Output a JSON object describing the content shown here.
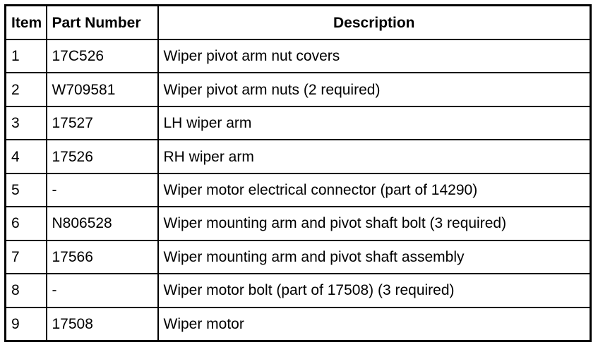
{
  "table": {
    "headers": {
      "item": "Item",
      "part_number": "Part Number",
      "description": "Description"
    },
    "rows": [
      {
        "item": "1",
        "part_number": "17C526",
        "description": "Wiper pivot arm nut covers"
      },
      {
        "item": "2",
        "part_number": "W709581",
        "description": "Wiper pivot arm nuts (2 required)"
      },
      {
        "item": "3",
        "part_number": "17527",
        "description": "LH wiper arm"
      },
      {
        "item": "4",
        "part_number": "17526",
        "description": "RH wiper arm"
      },
      {
        "item": "5",
        "part_number": "-",
        "description": "Wiper motor electrical connector (part of 14290)"
      },
      {
        "item": "6",
        "part_number": "N806528",
        "description": "Wiper mounting arm and pivot shaft bolt (3 required)"
      },
      {
        "item": "7",
        "part_number": "17566",
        "description": "Wiper mounting arm and pivot shaft assembly"
      },
      {
        "item": "8",
        "part_number": "-",
        "description": "Wiper motor bolt (part of 17508) (3 required)"
      },
      {
        "item": "9",
        "part_number": "17508",
        "description": "Wiper motor"
      }
    ]
  }
}
